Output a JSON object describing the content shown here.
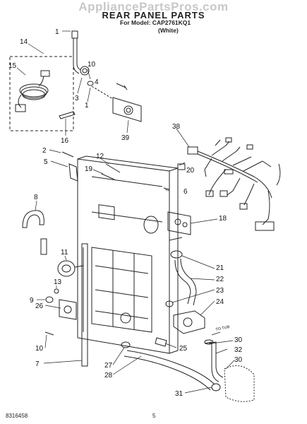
{
  "watermark": "AppliancePartsPros.com",
  "title": "REAR PANEL PARTS",
  "subtitle": "For Model: CAP2761KQ1",
  "variant": "(White)",
  "footer": {
    "doc_number": "8316458",
    "page_number": "5"
  },
  "callouts": {
    "c1a": "1",
    "c14": "14",
    "c15": "15",
    "c3": "3",
    "c10a": "10",
    "c4": "4",
    "c1b": "1",
    "c16": "16",
    "c39": "39",
    "c38": "38",
    "c2": "2",
    "c12": "12",
    "c5": "5",
    "c19": "19",
    "c20": "20",
    "c6": "6",
    "c8": "8",
    "c18": "18",
    "c11": "11",
    "c21": "21",
    "c22": "22",
    "c13": "13",
    "c23": "23",
    "c9": "9",
    "c24": "24",
    "c26": "26",
    "c25": "25",
    "c10b": "10",
    "c30a": "30",
    "c32": "32",
    "c27": "27",
    "c7": "7",
    "c30b": "30",
    "c28": "28",
    "c31": "31"
  },
  "notes": {
    "to_tub": "TO TUB"
  }
}
